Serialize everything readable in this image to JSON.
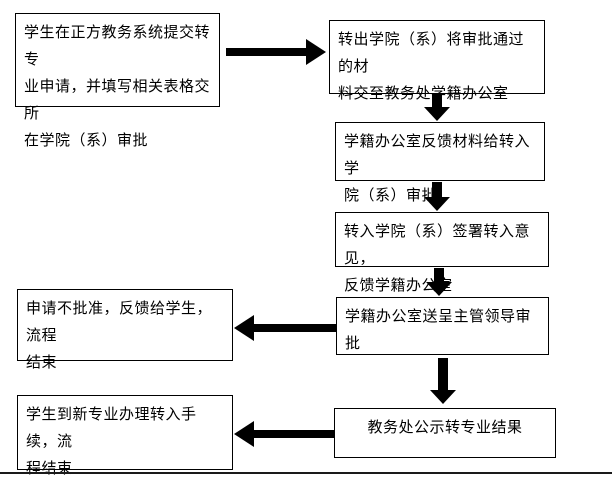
{
  "diagram": {
    "background_color": "#ffffff",
    "line_color": "#000000",
    "nodes": {
      "student_apply": {
        "text": "学生在正方教务系统提交转专\n业申请，并填写相关表格交所\n在学院（系）审批"
      },
      "transfer_out_college": {
        "text": "转出学院（系）将审批通过的材\n料交至教务处学籍办公室"
      },
      "registry_feedback": {
        "text": "学籍办公室反馈材料给转入学\n院（系）审批"
      },
      "transfer_in_college": {
        "text": "转入学院（系）签署转入意见，\n反馈学籍办公室"
      },
      "registry_submit_leader": {
        "text": "学籍办公室送呈主管领导审批"
      },
      "publicize_result": {
        "text": "教务处公示转专业结果"
      },
      "not_approved_end": {
        "text": "申请不批准，反馈给学生，流程\n结束"
      },
      "approved_transfer_end": {
        "text": "学生到新专业办理转入手续，流\n程结束"
      }
    }
  }
}
